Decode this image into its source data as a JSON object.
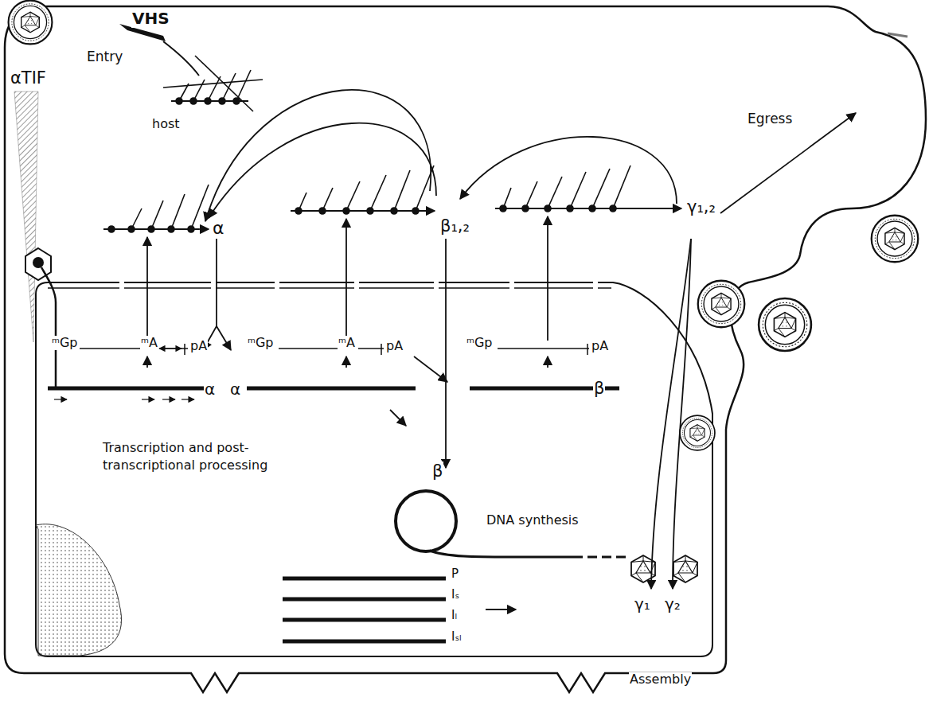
{
  "diagram": {
    "labels": [
      "VHS",
      "Entry",
      "αTIF",
      "host",
      "α",
      "β₁,₂",
      "γ₁,₂",
      "Egress",
      "ᵐGp",
      "ᵐA",
      "pA",
      "α",
      "α",
      "ᵐGp",
      "ᵐA",
      "pA",
      "ᵐGp",
      "pA",
      "β",
      "Transcription and post- transcriptional processing",
      "β",
      "DNA synthesis",
      "P",
      "Iₛ",
      "Iₗ",
      "Iₛₗ",
      "γ₁",
      "γ₂",
      "Assembly"
    ]
  }
}
